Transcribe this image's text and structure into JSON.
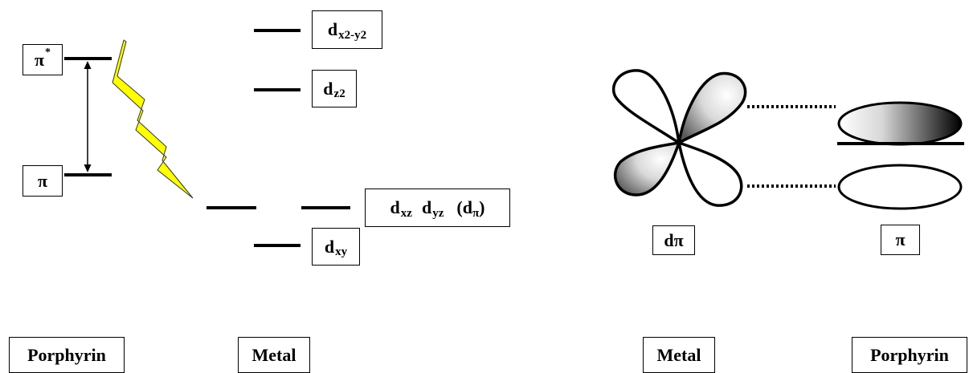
{
  "energy_diagram": {
    "porphyrin_levels": {
      "pi_star": {
        "symbol": "π",
        "superscript": "*"
      },
      "pi": {
        "symbol": "π"
      }
    },
    "metal_levels": {
      "dx2y2": {
        "base": "d",
        "sub": "x2-y2"
      },
      "dz2": {
        "base": "d",
        "sub": "z2"
      },
      "dpi": {
        "d1": "d",
        "s1": "xz",
        "d2": "d",
        "s2": "yz",
        "open": "(",
        "d3": "d",
        "s3": "π",
        "close": ")"
      },
      "dxy": {
        "base": "d",
        "sub": "xy"
      }
    },
    "excitation_color": "#ffff00"
  },
  "orbital_diagram": {
    "metal_orbital_label": "dπ",
    "porphyrin_orbital_label": "π"
  },
  "footer": {
    "left_porphyrin": "Porphyrin",
    "left_metal": "Metal",
    "right_metal": "Metal",
    "right_porphyrin": "Porphyrin"
  }
}
